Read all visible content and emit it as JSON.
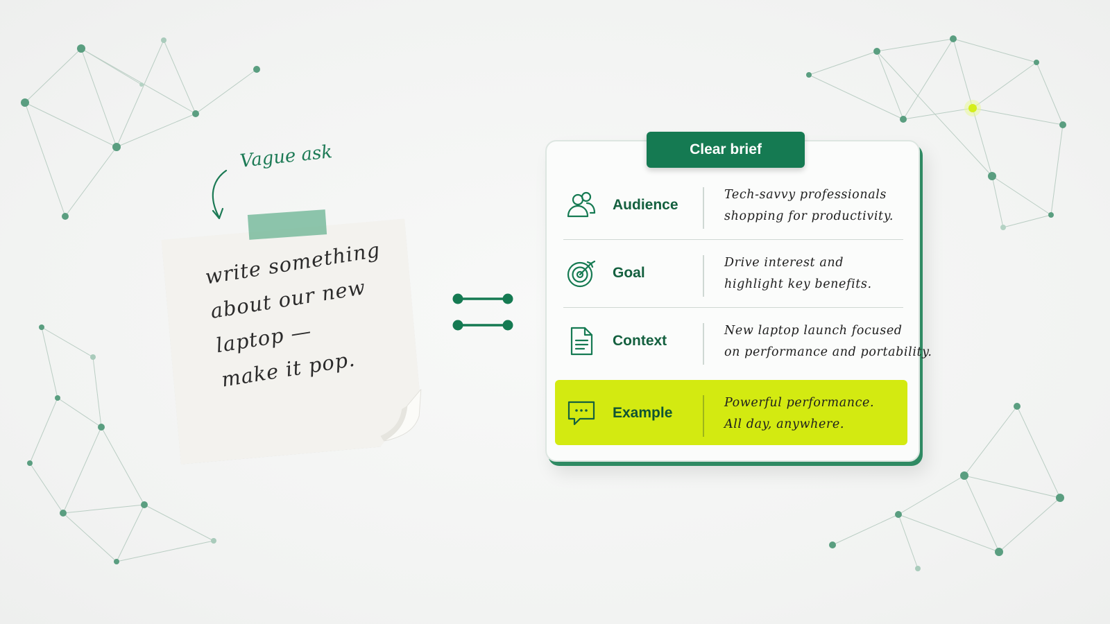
{
  "note": {
    "annotation": "Vague ask",
    "lines": [
      "write something",
      "about our new",
      "laptop —",
      "make it pop."
    ]
  },
  "brief": {
    "title": "Clear brief",
    "rows": [
      {
        "label": "Audience",
        "icon": "audience-icon",
        "lines": [
          "Tech-savvy professionals",
          "shopping for productivity."
        ]
      },
      {
        "label": "Goal",
        "icon": "target-icon",
        "lines": [
          "Drive interest and",
          "highlight key benefits."
        ]
      },
      {
        "label": "Context",
        "icon": "document-icon",
        "lines": [
          "New laptop launch focused",
          "on performance and portability."
        ]
      },
      {
        "label": "Example",
        "icon": "chat-bubble-icon",
        "lines": [
          "Powerful performance.",
          "All day, anywhere."
        ]
      }
    ]
  },
  "colors": {
    "primary_green": "#157a52",
    "label_green": "#14603f",
    "highlight_lime": "#d3ea11",
    "tape_green": "#6eb696",
    "node_green": "#5a9e80",
    "glow_node": "#d4ee1a"
  }
}
